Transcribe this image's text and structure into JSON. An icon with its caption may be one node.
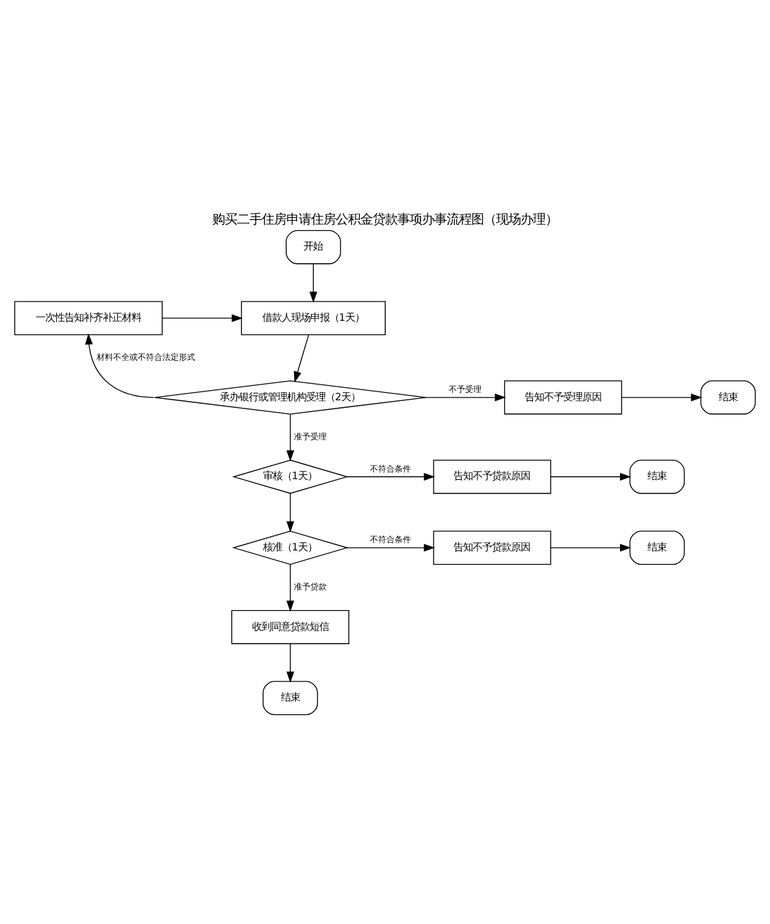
{
  "diagram": {
    "title": "购买二手住房申请住房公积金贷款事项办事流程图（现场办理）",
    "nodes": [
      {
        "text": [
          "开始"
        ]
      },
      {
        "text": [
          "借款人现场申报（1天）"
        ]
      },
      {
        "text": [
          "一次性告知补齐补正材料"
        ]
      },
      {
        "text": [
          "承办银行或管理机构受理（2天）"
        ]
      },
      {
        "text": [
          "告知不予受理原因"
        ]
      },
      {
        "text": [
          "结束"
        ]
      },
      {
        "text": [
          "审核（1天）"
        ]
      },
      {
        "text": [
          "告知不予贷款原因"
        ]
      },
      {
        "text": [
          "结束"
        ]
      },
      {
        "text": [
          "核准（1天）"
        ]
      },
      {
        "text": [
          "告知不予贷款原因"
        ]
      },
      {
        "text": [
          "结束"
        ]
      },
      {
        "text": [
          "收到同意贷款短信"
        ]
      },
      {
        "text": [
          "结束"
        ]
      }
    ],
    "edges": [
      {
        "from": 0,
        "to": 1,
        "arrow": "to"
      },
      {
        "from": 1,
        "to": 3,
        "arrow": "to"
      },
      {
        "from": 3,
        "to": 2,
        "arrow": "to",
        "label": "材料不全或不符合法定形式"
      },
      {
        "from": 2,
        "to": 1,
        "arrow": "to"
      },
      {
        "from": 3,
        "to": 4,
        "arrow": "to",
        "label": "不予受理"
      },
      {
        "from": 4,
        "to": 5,
        "arrow": "to"
      },
      {
        "from": 3,
        "to": 6,
        "arrow": "to",
        "label": "准予受理"
      },
      {
        "from": 6,
        "to": 7,
        "arrow": "to",
        "label": "不符合条件"
      },
      {
        "from": 7,
        "to": 8,
        "arrow": "to"
      },
      {
        "from": 6,
        "to": 9,
        "arrow": "to"
      },
      {
        "from": 9,
        "to": 10,
        "arrow": "to",
        "label": "不符合条件"
      },
      {
        "from": 10,
        "to": 11,
        "arrow": "to"
      },
      {
        "from": 9,
        "to": 12,
        "arrow": "to",
        "label": "准予贷款"
      },
      {
        "from": 12,
        "to": 13,
        "arrow": "to"
      }
    ]
  }
}
